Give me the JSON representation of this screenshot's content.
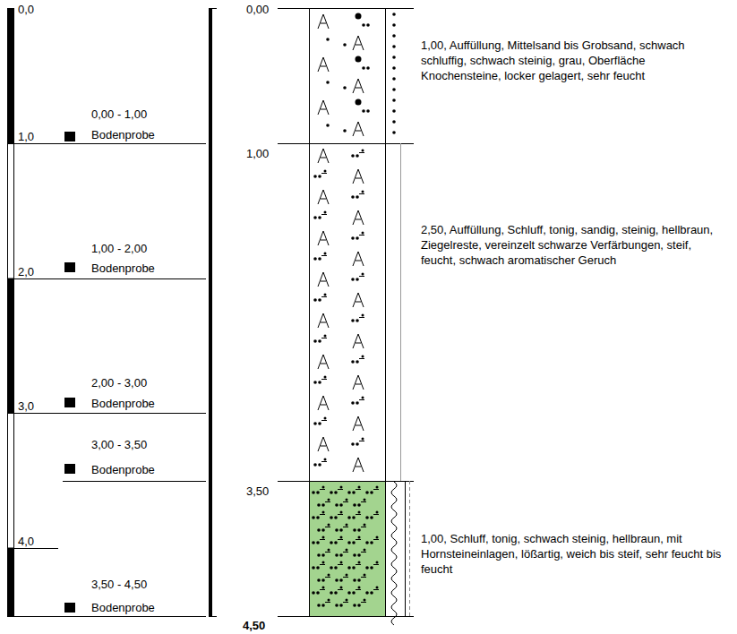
{
  "diagram": {
    "labels": [
      "0,0",
      "1,0",
      "2,0",
      "3,0",
      "4,0",
      "0,00 - 1,00",
      "Bodenprobe",
      "1,00 - 2,00",
      "Bodenprobe",
      "2,00 - 3,00",
      "Bodenprobe",
      "3,00 - 3,50",
      "Bodenprobe",
      "3,50 - 4,50",
      "Bodenprobe",
      "0,00",
      "1,00",
      "3,50",
      "4,50",
      "1,00, Auffüllung, Mittelsand bis Grobsand, schwach schluffig, schwach steinig, grau, Oberfläche Knochensteine, locker gelagert, sehr feucht",
      "2,50, Auffüllung, Schluff, tonig, sandig, steinig, hellbraun, Ziegelreste, vereinzelt schwarze Verfärbungen, steif, feucht, schwach aromatischer Geruch",
      "1,00, Schluff, tonig, schwach steinig, hellbraun, mit Hornsteineinlagen, lößartig, weich bis steif, sehr feucht bis feucht"
    ]
  }
}
